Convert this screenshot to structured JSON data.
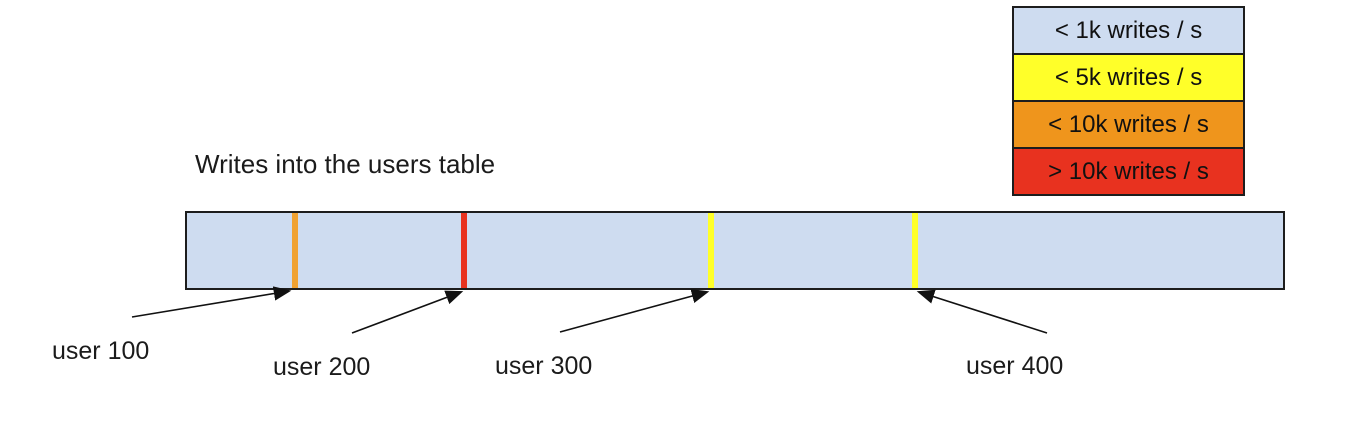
{
  "title": "Writes into the users table",
  "legend": {
    "items": [
      {
        "label": "< 1k writes / s",
        "color": "#cedcf0"
      },
      {
        "label": "< 5k writes / s",
        "color": "#ffff29"
      },
      {
        "label": "< 10k writes / s",
        "color": "#ef951c"
      },
      {
        "label": "> 10k writes / s",
        "color": "#e8321f"
      }
    ]
  },
  "bar": {
    "fill_color": "#cedcf0",
    "border_color": "#1d1d1d",
    "markers": [
      {
        "user": "user 100",
        "color": "#f0a232",
        "legend_bucket": "< 10k writes / s",
        "position_pct": 9.7
      },
      {
        "user": "user 200",
        "color": "#e8321f",
        "legend_bucket": "> 10k writes / s",
        "position_pct": 25.1
      },
      {
        "user": "user 300",
        "color": "#ffff29",
        "legend_bucket": "< 5k writes / s",
        "position_pct": 47.5
      },
      {
        "user": "user 400",
        "color": "#ffff29",
        "legend_bucket": "< 5k writes / s",
        "position_pct": 66.1
      }
    ]
  },
  "callouts": [
    {
      "label": "user 100"
    },
    {
      "label": "user 200"
    },
    {
      "label": "user 300"
    },
    {
      "label": "user 400"
    }
  ]
}
